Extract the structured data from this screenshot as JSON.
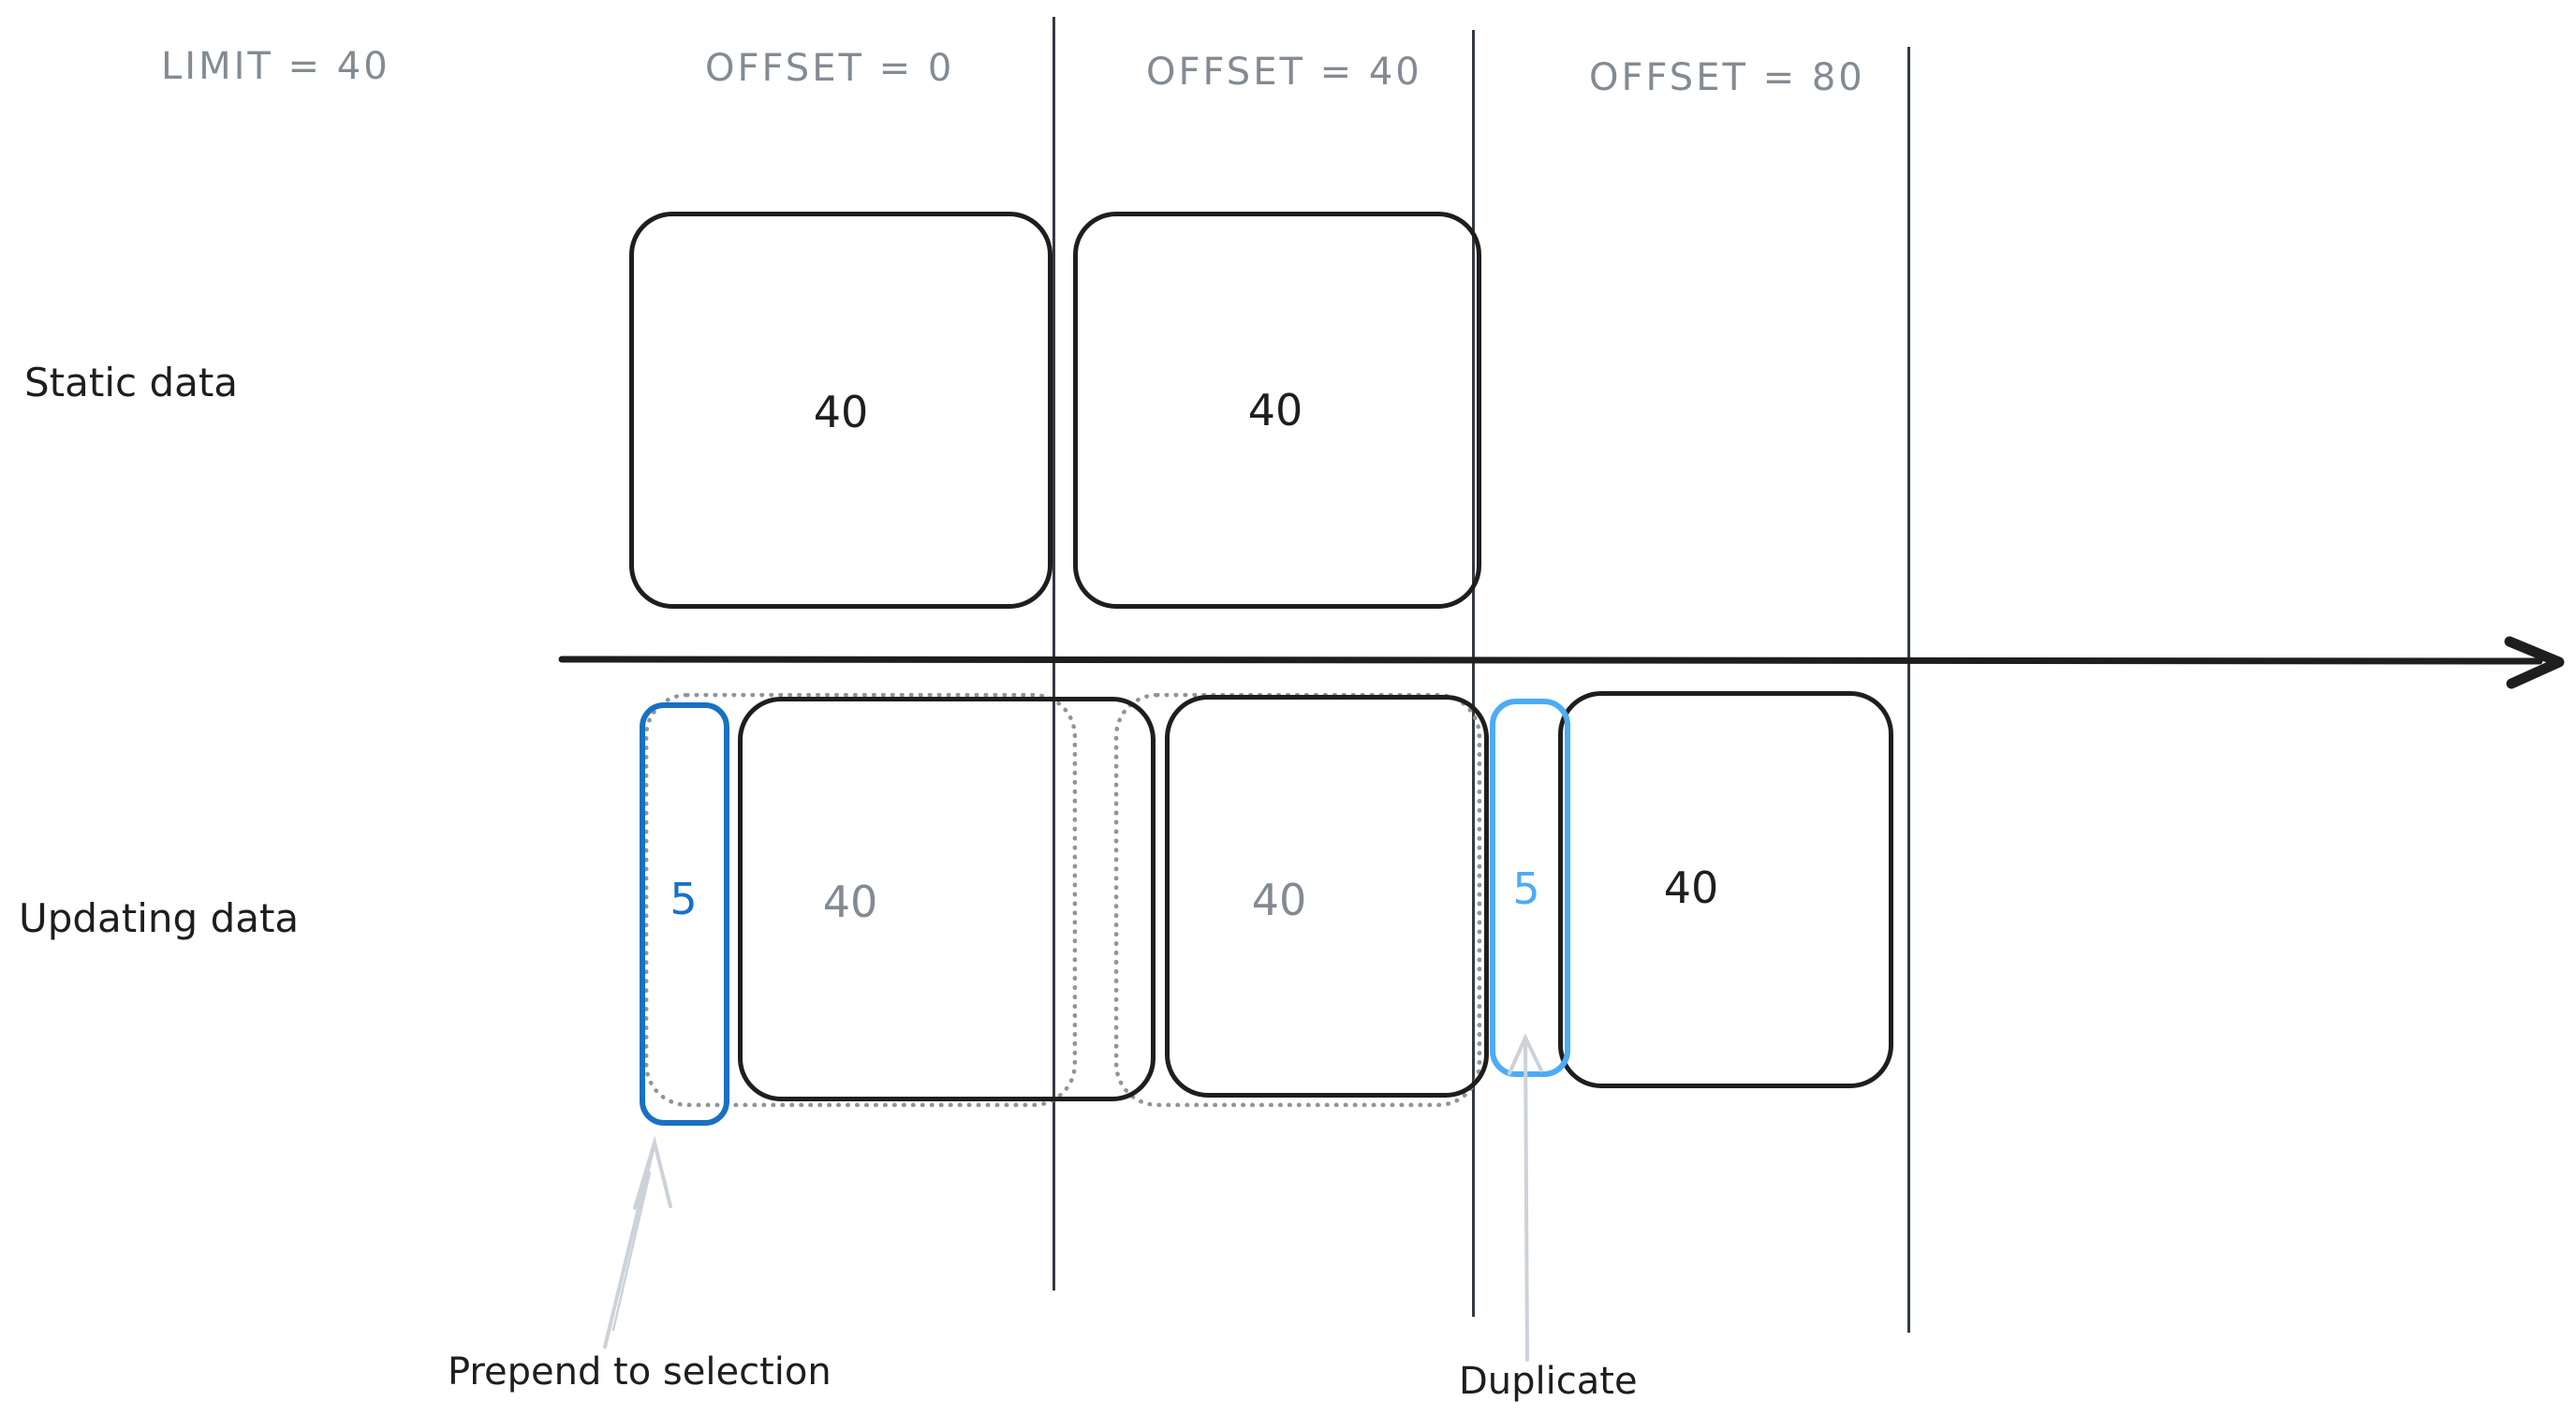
{
  "colors": {
    "ink": "#1e1e1e",
    "muted_gray": "#838b92",
    "ghost_gray": "#8e959c",
    "blue_dark": "#1971c2",
    "blue_light": "#4dabf7",
    "annotation_arrow_gray": "#ccd2d8",
    "divider": "#343a40",
    "background": "#ffffff"
  },
  "header": {
    "limit_label": "LIMIT = 40",
    "offsets": [
      {
        "label": "OFFSET = 0"
      },
      {
        "label": "OFFSET = 40"
      },
      {
        "label": "OFFSET = 80"
      }
    ]
  },
  "rows": {
    "static": {
      "label": "Static data",
      "boxes": [
        {
          "value": "40"
        },
        {
          "value": "40"
        }
      ]
    },
    "updating": {
      "label": "Updating data",
      "prepended": {
        "value": "5"
      },
      "duplicated": {
        "value": "5"
      },
      "boxes": [
        {
          "value": "40"
        },
        {
          "value": "40"
        },
        {
          "value": "40"
        }
      ]
    }
  },
  "annotations": {
    "prepend": "Prepend to selection",
    "duplicate": "Duplicate"
  }
}
